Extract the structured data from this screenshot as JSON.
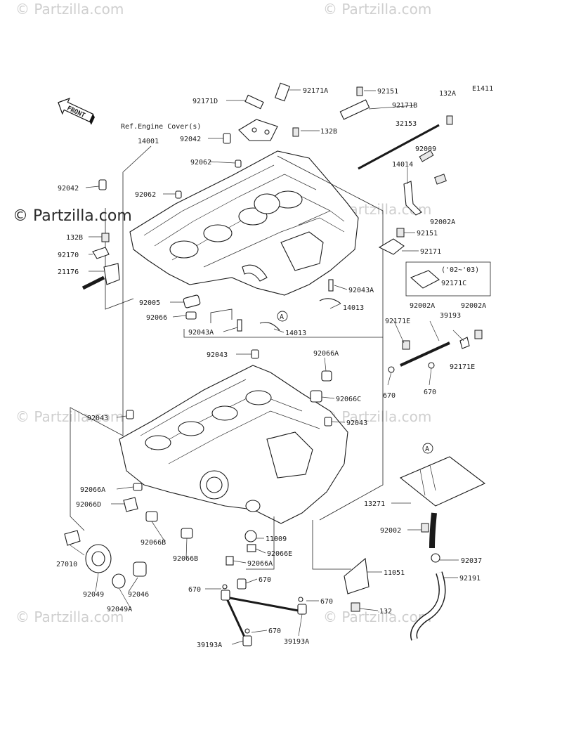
{
  "watermarks": {
    "text": "© Partzilla.com",
    "main": "© Partzilla.com"
  },
  "diagram_code": "E1411",
  "front_label": "FRONT",
  "callout_marker": "A",
  "ref_note": "Ref.Engine Cover(s)",
  "year_note": "('02~'03)",
  "labels": {
    "p92171A": "92171A",
    "p92151_top": "92151",
    "p132A": "132A",
    "p92171D": "92171D",
    "p92171B": "92171B",
    "p132B_top": "132B",
    "p32153": "32153",
    "p14001": "14001",
    "p92042_top": "92042",
    "p92009": "92009",
    "p92062_top": "92062",
    "p14014": "14014",
    "p92042_left": "92042",
    "p92062_left": "92062",
    "p92002A_r": "92002A",
    "p132B_left": "132B",
    "p92151_r": "92151",
    "p92170": "92170",
    "p92171_r": "92171",
    "p21176": "21176",
    "p92171C": "92171C",
    "p92043A_r": "92043A",
    "p92005": "92005",
    "p14013_r": "14013",
    "p92002A_a": "92002A",
    "p92002A_b": "92002A",
    "p92066_l": "92066",
    "p39193_r": "39193",
    "p92171E_a": "92171E",
    "p92043A_l": "92043A",
    "p14013_l": "14013",
    "p92043_a": "92043",
    "p92066A_top": "92066A",
    "p92171E_b": "92171E",
    "p670_a": "670",
    "p670_b": "670",
    "p92066C": "92066C",
    "p92043_l": "92043",
    "p92043_r": "92043",
    "p92066A_l": "92066A",
    "p92066D": "92066D",
    "p13271": "13271",
    "p92002": "92002",
    "p11009": "11009",
    "p92066B_a": "92066B",
    "p92066E": "92066E",
    "p27010": "27010",
    "p92066B_b": "92066B",
    "p92066A_b": "92066A",
    "p92037": "92037",
    "p11051": "11051",
    "p92049": "92049",
    "p92046": "92046",
    "p92191": "92191",
    "p670_c": "670",
    "p670_d": "670",
    "p92049A": "92049A",
    "p670_e": "670",
    "p132": "132",
    "p670_f": "670",
    "p39193A_l": "39193A",
    "p39193A_r": "39193A"
  }
}
